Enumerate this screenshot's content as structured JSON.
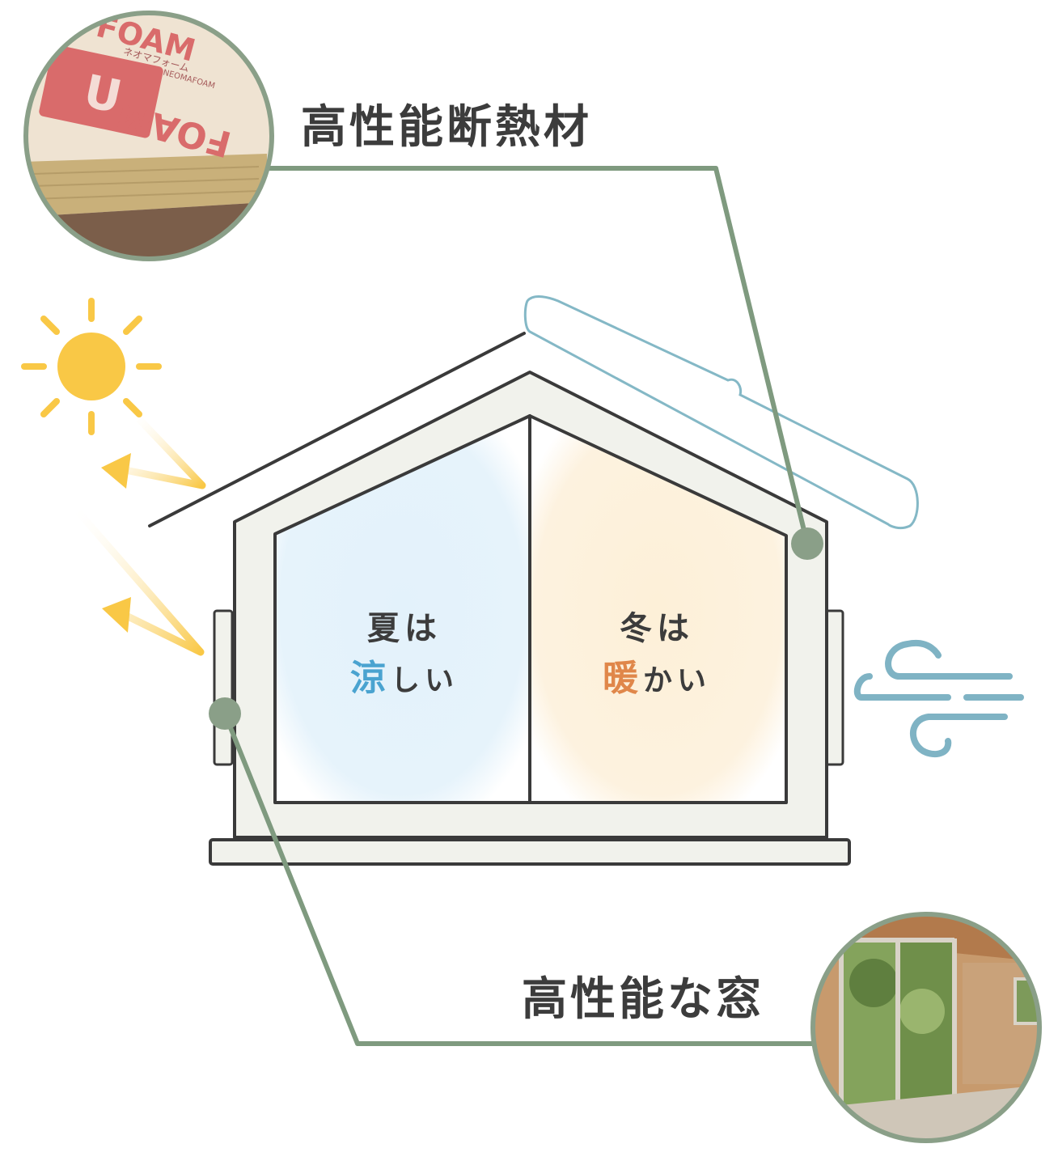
{
  "labels": {
    "insulation": "高性能断熱材",
    "window": "高性能な窓"
  },
  "summer": {
    "line1": "夏は",
    "accent": "涼",
    "rest": "しい"
  },
  "winter": {
    "line1": "冬は",
    "accent": "暖",
    "rest": "かい"
  },
  "photo_insulation": {
    "text": [
      "FOAM",
      "U",
      "ネオマフォーム",
      "NEOMAFOAM"
    ]
  },
  "colors": {
    "callout_line": "#7f9a7f",
    "house_outline": "#3a3a3a",
    "house_fill": "#f1f2ec",
    "cool_room": "#e6f3fb",
    "warm_room": "#fdf1dc",
    "sun": "#f9c846",
    "wind": "#7fb3c4",
    "cool_accent": "#4aa3d0",
    "warm_accent": "#e0874a"
  },
  "icons": [
    "sun-icon",
    "wind-icon",
    "heat-reflection-arrow-icon"
  ]
}
